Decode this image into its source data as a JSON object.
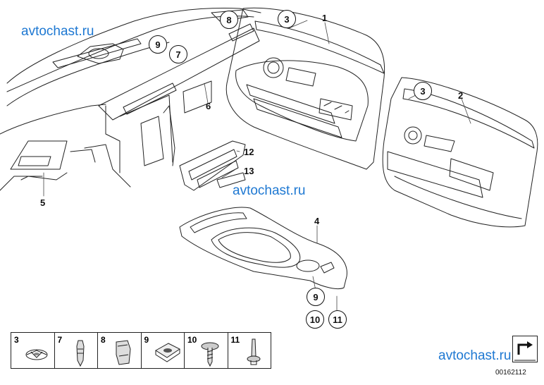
{
  "watermarks": [
    "avtochast.ru",
    "avtochast.ru",
    "avtochast.ru"
  ],
  "callouts": {
    "c1": "1",
    "c2": "2",
    "c3a": "3",
    "c3b": "3",
    "c4": "4",
    "c5": "5",
    "c6": "6",
    "c7": "7",
    "c8": "8",
    "c9a": "9",
    "c9b": "9",
    "c10": "10",
    "c11": "11",
    "c12": "12",
    "c13": "13"
  },
  "legend": {
    "cells": [
      {
        "num": "3",
        "icon": "clip-disc-icon"
      },
      {
        "num": "7",
        "icon": "pin-clip-icon"
      },
      {
        "num": "8",
        "icon": "spring-clip-icon"
      },
      {
        "num": "9",
        "icon": "square-nut-icon"
      },
      {
        "num": "10",
        "icon": "screw-icon"
      },
      {
        "num": "11",
        "icon": "expansion-rivet-icon"
      }
    ]
  },
  "document_number": "00162112",
  "navigation_icon": "arrow-page-icon"
}
